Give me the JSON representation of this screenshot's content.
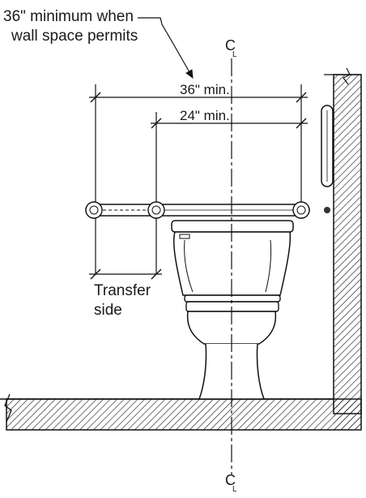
{
  "annotations": {
    "note_line1": "36\" minimum when",
    "note_line2": "wall space permits",
    "dim_36": "36\" min.",
    "dim_24": "24\" min.",
    "transfer_line1": "Transfer",
    "transfer_line2": "side",
    "centerline_top": "C",
    "centerline_top_sub": "L",
    "centerline_bottom": "C",
    "centerline_bottom_sub": "L"
  },
  "colors": {
    "line": "#111111",
    "hatch": "#222222",
    "background": "#ffffff"
  },
  "icons": [
    "centerline-symbol",
    "grab-bar",
    "toilet",
    "wall-section",
    "floor-section"
  ]
}
